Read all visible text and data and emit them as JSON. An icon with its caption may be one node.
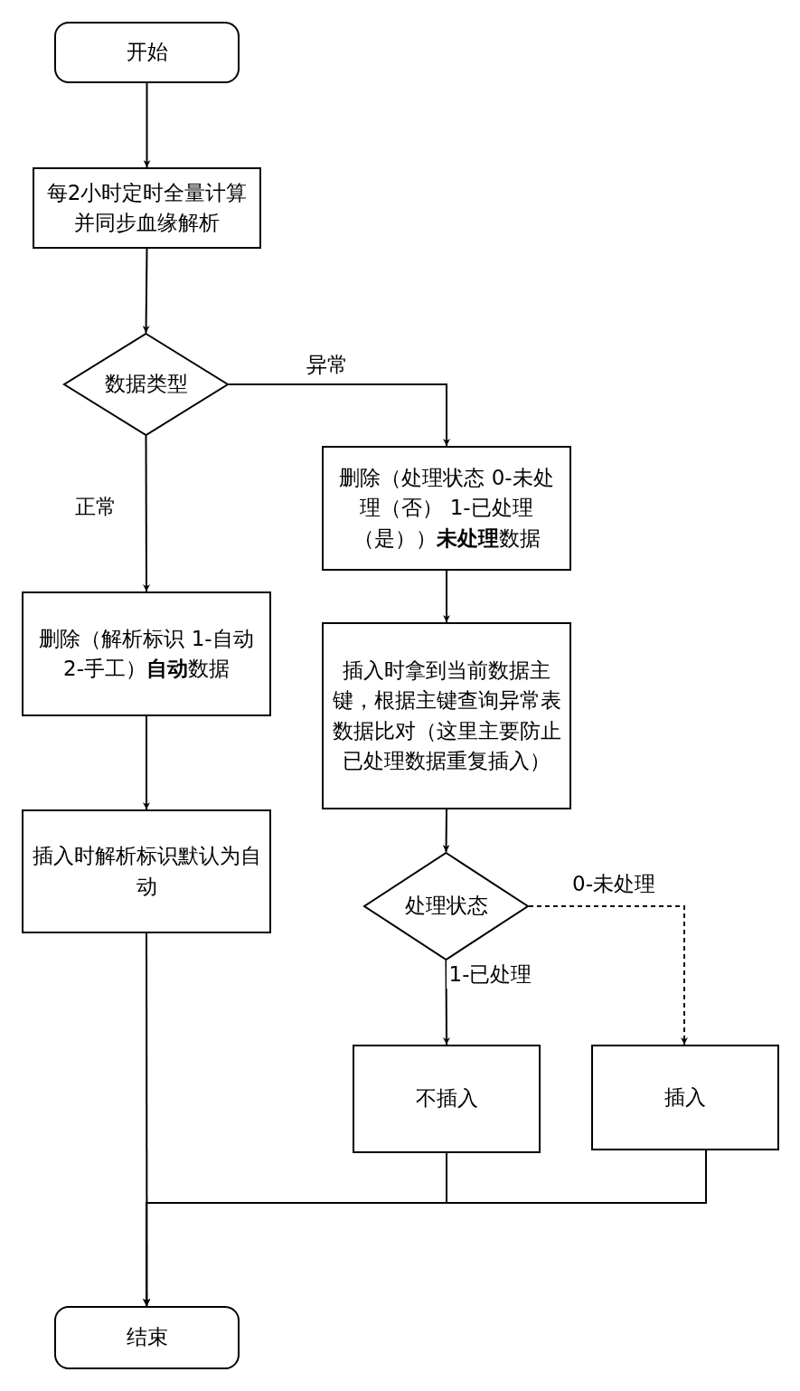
{
  "diagram": {
    "nodes": [
      {
        "text": [
          "开始"
        ]
      },
      {
        "text": [
          "每2小时定时全量计算并同步血缘解析"
        ]
      },
      {
        "text": [
          "数据类型"
        ]
      },
      {
        "text": [
          "删除（处理状态 0-未处理（否） 1-已处理（是））**未处理**数据"
        ]
      },
      {
        "text": [
          "删除（解析标识 1-自动 2-手工）**自动**数据"
        ]
      },
      {
        "text": [
          "插入时拿到当前数据主键，根据主键查询异常表数据比对（这里主要防止已处理数据重复插入）"
        ]
      },
      {
        "text": [
          "插入时解析标识默认为自动"
        ]
      },
      {
        "text": [
          "处理状态"
        ]
      },
      {
        "text": [
          "不插入"
        ]
      },
      {
        "text": [
          "插入"
        ]
      },
      {
        "text": [
          "结束"
        ]
      }
    ],
    "edges": [
      {
        "from": 0,
        "to": 1,
        "arrow": "to"
      },
      {
        "from": 1,
        "to": 2,
        "arrow": "to"
      },
      {
        "from": 2,
        "to": 3,
        "arrow": "to",
        "label": "异常"
      },
      {
        "from": 2,
        "to": 4,
        "arrow": "to",
        "label": "正常"
      },
      {
        "from": 3,
        "to": 5,
        "arrow": "to"
      },
      {
        "from": 4,
        "to": 6,
        "arrow": "to"
      },
      {
        "from": 5,
        "to": 7,
        "arrow": "to"
      },
      {
        "from": 7,
        "to": 8,
        "arrow": "to",
        "label": "1-已处理"
      },
      {
        "from": 7,
        "to": 9,
        "arrow": "to",
        "label": "0-未处理",
        "style": "dashed"
      },
      {
        "from": 6,
        "to": 10,
        "arrow": "to"
      },
      {
        "from": 8,
        "to": 10,
        "arrow": "to"
      },
      {
        "from": 9,
        "to": 10,
        "arrow": "to"
      }
    ]
  }
}
